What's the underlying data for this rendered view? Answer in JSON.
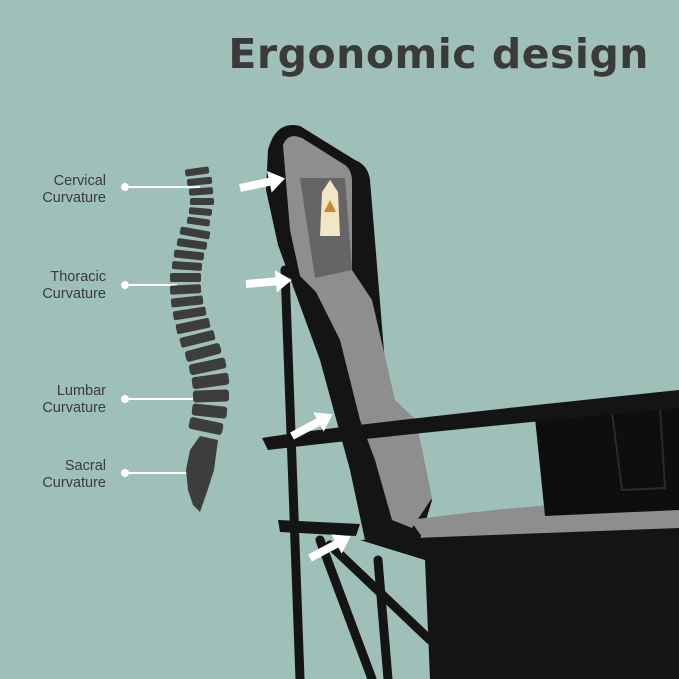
{
  "title": "Ergonomic design",
  "labels": {
    "cervical": {
      "line1": "Cervical",
      "line2": "Curvature"
    },
    "thoracic": {
      "line1": "Thoracic",
      "line2": "Curvature"
    },
    "lumbar": {
      "line1": "Lumbar",
      "line2": "Curvature"
    },
    "sacral": {
      "line1": "Sacral",
      "line2": "Curvature"
    }
  },
  "colors": {
    "background": "#9fbfb9",
    "title": "#3a3a3a",
    "chair_black": "#141414",
    "chair_gray": "#8e8e8e",
    "arrow": "#ffffff",
    "spine": "#3d3d3d",
    "logo_bg": "#f2e6c4"
  },
  "icons": [
    "spine-illustration",
    "arrow-icon",
    "chair-illustration",
    "logo-badge"
  ]
}
